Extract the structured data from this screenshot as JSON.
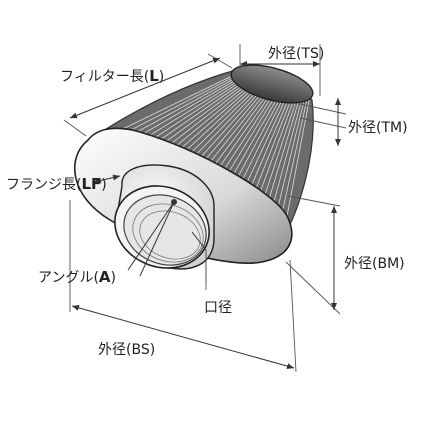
{
  "labels": {
    "ts": "外径(TS)",
    "tm": "外径(TM)",
    "bm": "外径(BM)",
    "bs": "外径(BS)",
    "filter_length": "フィルター長(",
    "filter_length_code": "L",
    "flange_length": "フランジ長(",
    "flange_length_code": "LF",
    "angle": "アングル(",
    "angle_code": "A",
    "mouth": "口径",
    "close_paren": ")"
  }
}
